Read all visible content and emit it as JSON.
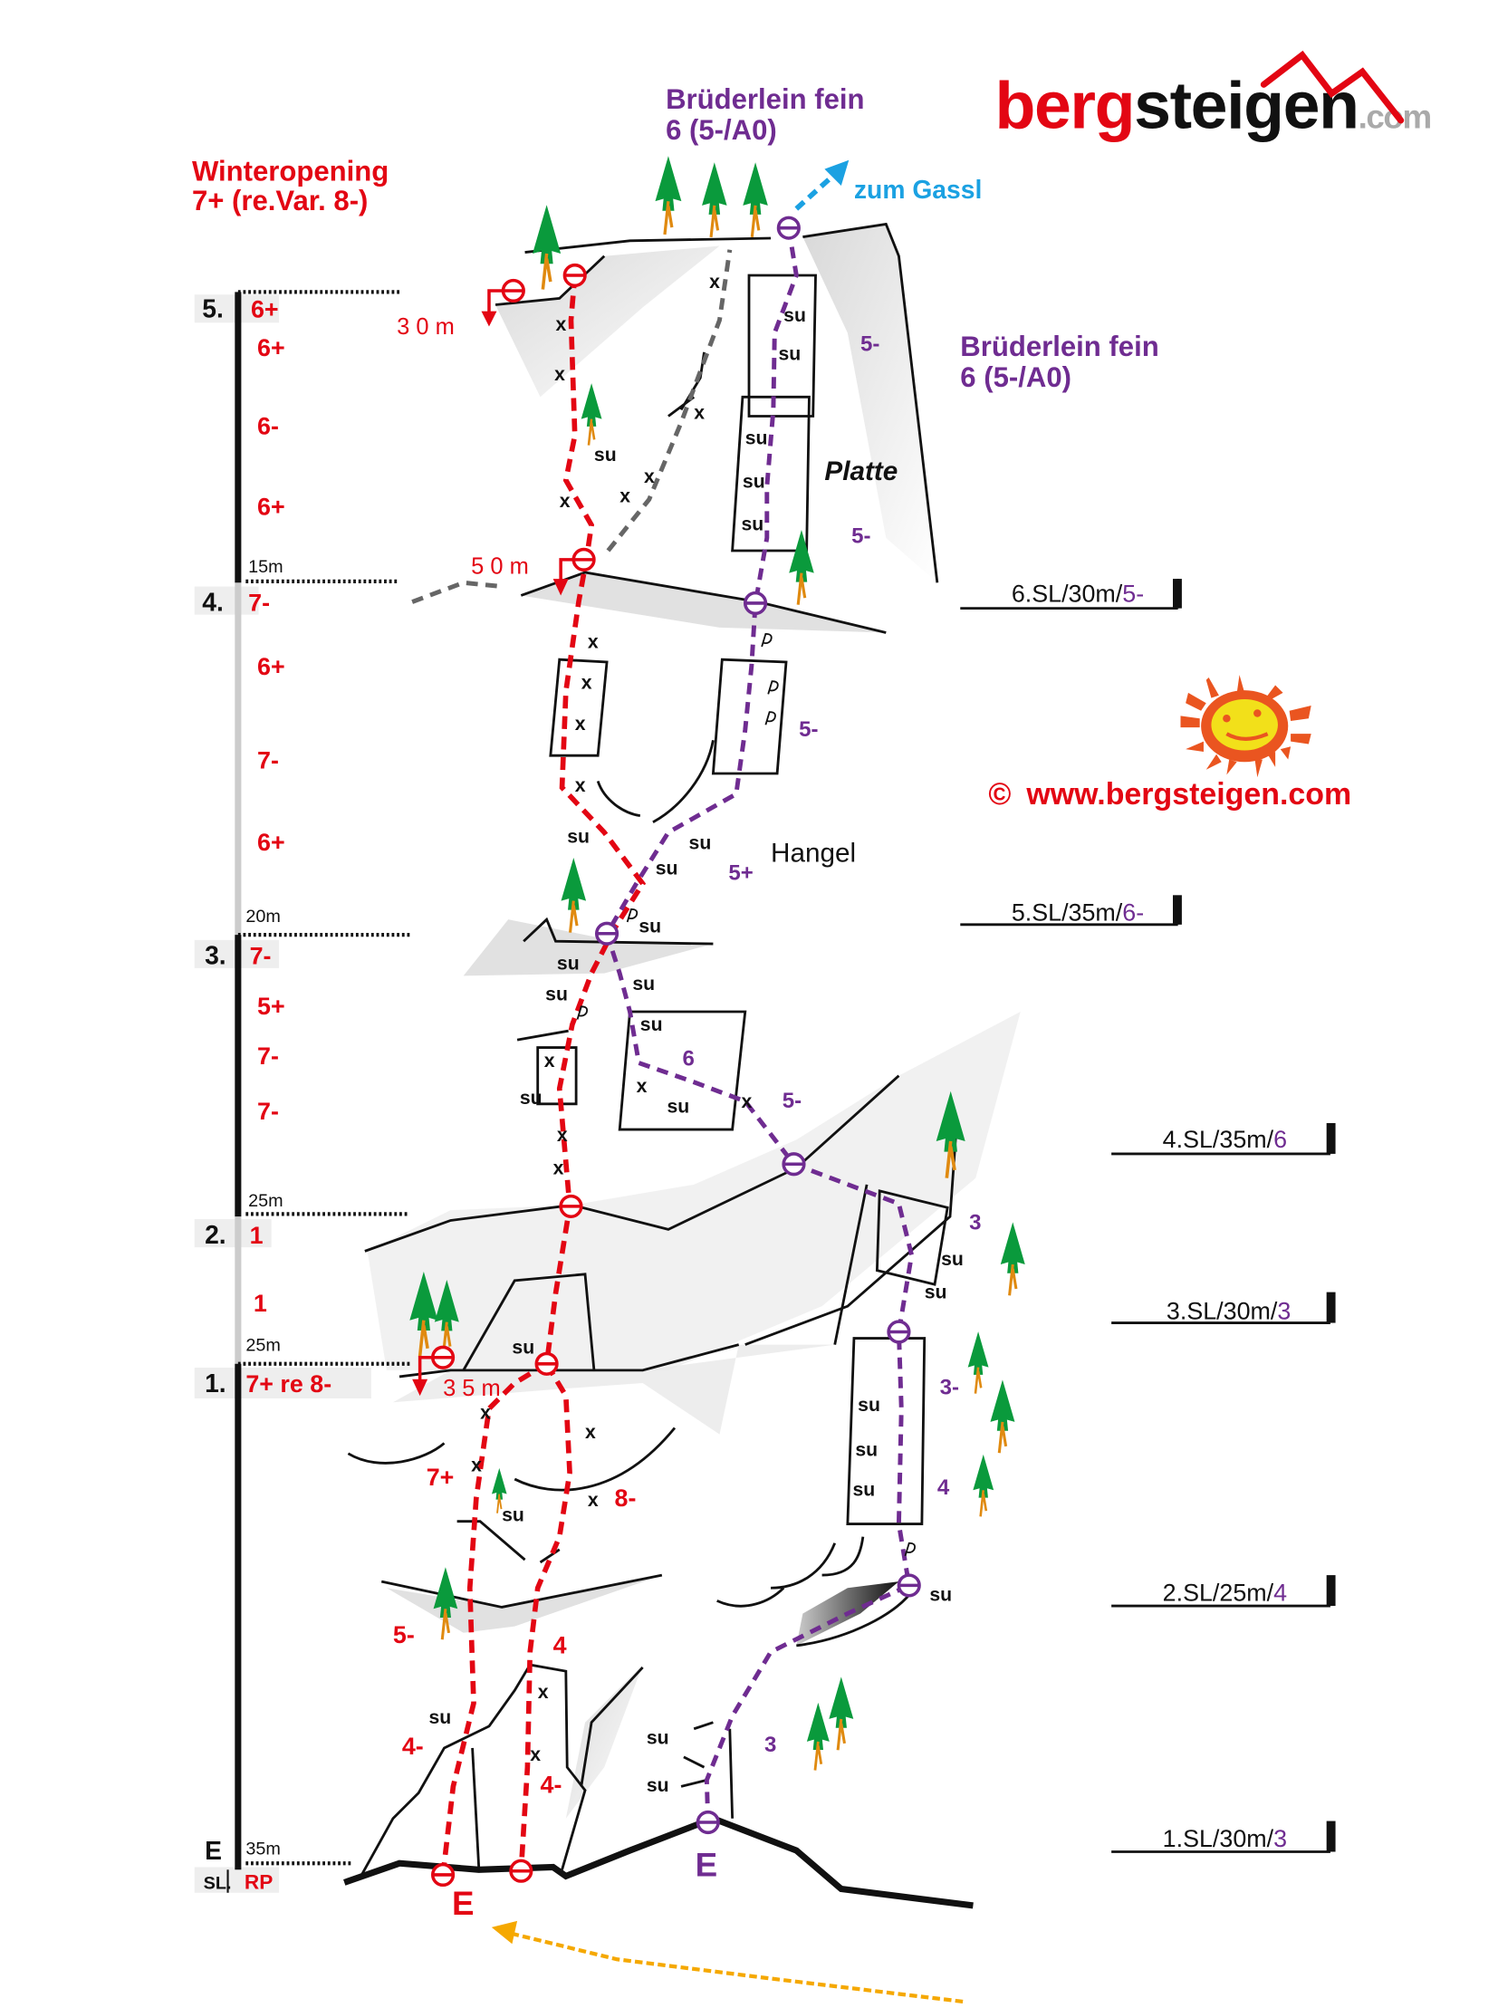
{
  "logo": {
    "brand_red": "berg",
    "brand_black": "steigen",
    "suffix": ".com"
  },
  "routes": {
    "bruederlein": {
      "name": "Brüderlein fein",
      "grade": "6 (5-/A0)"
    },
    "winteropening": {
      "name": "Winteropening",
      "grade": "7+ (re.Var. 8-)"
    }
  },
  "zum_gassl": "zum Gassl",
  "copyright": {
    "symbol": "©",
    "site": "www.bergsteigen.com"
  },
  "features": {
    "platte": "Platte",
    "hangel": "Hangel"
  },
  "colors": {
    "red": "#e30613",
    "purple": "#6f2c91",
    "blue": "#1ba1e2",
    "approach": "#f5a800"
  },
  "scale": {
    "pitches": [
      {
        "num": "5.",
        "grades": [
          "6+",
          "6+",
          "6-",
          "6+"
        ],
        "length": "15m"
      },
      {
        "num": "4.",
        "grades": [
          "7-",
          "6+",
          "7-",
          "6+"
        ],
        "length": "20m"
      },
      {
        "num": "3.",
        "grades": [
          "7-",
          "5+",
          "7-",
          "7-"
        ],
        "length": "25m"
      },
      {
        "num": "2.",
        "grades": [
          "1",
          "1"
        ],
        "length": "25m"
      },
      {
        "num": "1.",
        "grades": [
          "7+ re 8-"
        ],
        "length": "35m"
      }
    ],
    "start": "E",
    "sl_label": "SL.",
    "rp_label": "RP"
  },
  "pitch_labels": [
    {
      "prefix": "6.SL/30m/",
      "grade": "5-"
    },
    {
      "prefix": "5.SL/35m/",
      "grade": "6-"
    },
    {
      "prefix": "4.SL/35m/",
      "grade": "6"
    },
    {
      "prefix": "3.SL/30m/",
      "grade": "3"
    },
    {
      "prefix": "2.SL/25m/",
      "grade": "4"
    },
    {
      "prefix": "1.SL/30m/",
      "grade": "3"
    }
  ],
  "rappels": [
    "3 0 m",
    "5 0 m",
    "3 5 m"
  ],
  "start_marks": {
    "red": "E",
    "purple": "E"
  },
  "marks": [
    "x",
    "x",
    "x",
    "x",
    "x",
    "x",
    "x",
    "x",
    "x",
    "x",
    "x",
    "x",
    "x",
    "x",
    "x",
    "x",
    "x",
    "x",
    "x",
    "x",
    "x",
    "x",
    "su",
    "su",
    "su",
    "su",
    "su",
    "su",
    "su",
    "su",
    "su",
    "su",
    "su",
    "su",
    "su",
    "su",
    "su",
    "su",
    "su",
    "su",
    "su",
    "su",
    "su",
    "su",
    "su",
    "su",
    "su",
    "su",
    "su"
  ],
  "red_grades": [
    "7+",
    "8-",
    "5-",
    "4",
    "4-",
    "4-"
  ],
  "purple_grades": [
    "5-",
    "5-",
    "5-",
    "5+",
    "6",
    "5-",
    "3",
    "3-",
    "4",
    "3"
  ]
}
